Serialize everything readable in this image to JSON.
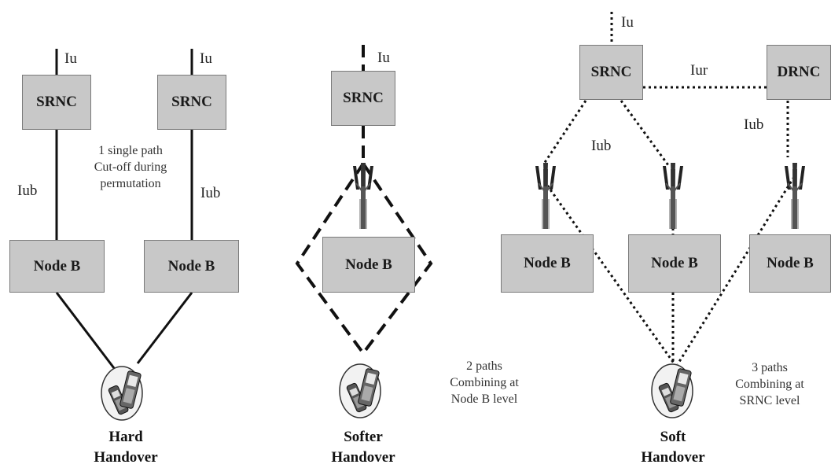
{
  "hard": {
    "srnc_left": "SRNC",
    "srnc_right": "SRNC",
    "iu_left": "Iu",
    "iu_right": "Iu",
    "iub_left": "Iub",
    "iub_right": "Iub",
    "nodeb_left": "Node B",
    "nodeb_right": "Node B",
    "note_line1": "1 single path",
    "note_line2": "Cut-off during",
    "note_line3": "permutation",
    "title_line1": "Hard",
    "title_line2": "Handover"
  },
  "softer": {
    "srnc": "SRNC",
    "iu": "Iu",
    "nodeb": "Node B",
    "note_line1": "2 paths",
    "note_line2": "Combining at",
    "note_line3": "Node B level",
    "title_line1": "Softer",
    "title_line2": "Handover"
  },
  "soft": {
    "srnc": "SRNC",
    "drnc": "DRNC",
    "iu": "Iu",
    "iur": "Iur",
    "iub_center": "Iub",
    "iub_right": "Iub",
    "nodeb_left": "Node B",
    "nodeb_mid": "Node B",
    "nodeb_right": "Node B",
    "note_line1": "3 paths",
    "note_line2": "Combining at",
    "note_line3": "SRNC level",
    "title_line1": "Soft",
    "title_line2": "Handover"
  },
  "colors": {
    "box_fill": "#c8c8c8",
    "box_border": "#7a7a7a",
    "line": "#111111"
  },
  "icons": [
    "antenna-tower-icon",
    "mobile-phone-icon"
  ]
}
